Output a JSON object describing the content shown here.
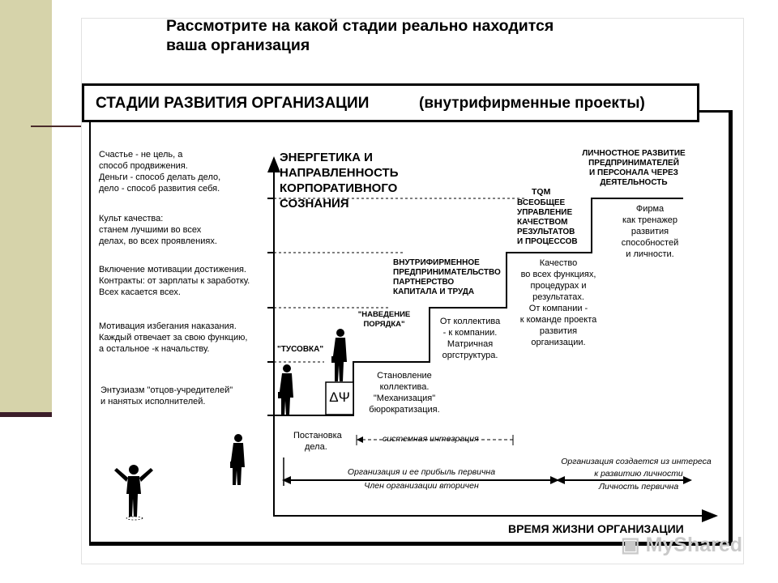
{
  "heading": {
    "line1": "Рассмотрите на какой стадии реально находится",
    "line2": "ваша организация"
  },
  "banner": {
    "main": "СТАДИИ РАЗВИТИЯ ОРГАНИЗАЦИИ",
    "sub": "(внутрифирменные проекты)"
  },
  "left_levels": [
    {
      "lines": [
        "Счастье - не цель, а",
        "способ продвижения.",
        "Деньги - способ делать дело,",
        "дело - способ развития себя."
      ]
    },
    {
      "lines": [
        "Культ качества:",
        "станем лучшими во всех",
        "делах, во всех проявлениях."
      ]
    },
    {
      "lines": [
        "Включение мотивации достижения.",
        "Контракты: от зарплаты к заработку.",
        "Всех касается всех."
      ]
    },
    {
      "lines": [
        "Мотивация избегания наказания.",
        "Каждый отвечает за свою функцию,",
        "а остальное -к начальству."
      ]
    },
    {
      "lines": [
        "Энтузиазм \"отцов-учредителей\"",
        "и нанятых исполнителей."
      ]
    }
  ],
  "energy_title": [
    "ЭНЕРГЕТИКА И",
    "НАПРАВЛЕННОСТЬ",
    "КОРПОРАТИВНОГО",
    "СОЗНАНИЯ"
  ],
  "stages": {
    "tusovka": "\"ТУСОВКА\"",
    "navedenie": [
      "\"НАВЕДЕНИЕ",
      "ПОРЯДКА\""
    ],
    "partnership": [
      "ВНУТРИФИРМЕННОЕ",
      "ПРЕДПРИНИМАТЕЛЬСТВО",
      "ПАРТНЕРСТВО",
      "КАПИТАЛА И ТРУДА"
    ],
    "tqm_title": "TQM",
    "tqm": [
      "ВСЕОБЩЕЕ",
      "УПРАВЛЕНИЕ",
      "КАЧЕСТВОМ",
      "РЕЗУЛЬТАТОВ",
      "И ПРОЦЕССОВ"
    ],
    "personal": [
      "ЛИЧНОСТНОЕ РАЗВИТИЕ",
      "ПРЕДПРИНИМАТЕЛЕЙ",
      "И ПЕРСОНАЛА ЧЕРЕЗ",
      "ДЕЯТЕЛЬНОСТЬ"
    ]
  },
  "descriptions": {
    "postanovka": [
      "Постановка",
      "дела."
    ],
    "stanovlenie": [
      "Становление",
      "коллектива.",
      "\"Механизация\"",
      "бюрократизация."
    ],
    "ot_kollektiva": [
      "От коллектива",
      "- к компании.",
      "Матричная",
      "оргструктура."
    ],
    "kachestvo": [
      "Качество",
      "во всех функциях,",
      "процедурах и",
      "результатах.",
      "От компании -",
      "к команде проекта",
      "развития",
      "организации."
    ],
    "firma": [
      "Фирма",
      "как тренажер",
      "развития",
      "способностей",
      "и личности."
    ]
  },
  "delta_psi": "ΔΨ",
  "arrows": {
    "integration": "системная интеграция",
    "left_top": "Организация и ее прибыль первична",
    "left_bottom": "Член организации вторичен",
    "right_1": "Организация создается из интереса",
    "right_2": "к развитию личности",
    "right_3": "Личность первична"
  },
  "time_axis": "ВРЕМЯ ЖИЗНИ ОРГАНИЗАЦИИ",
  "watermark": "MyShared",
  "icons": [
    "person-walking-icon",
    "person-standing-icon",
    "person-shrugging-icon",
    "camera-watermark-icon"
  ]
}
